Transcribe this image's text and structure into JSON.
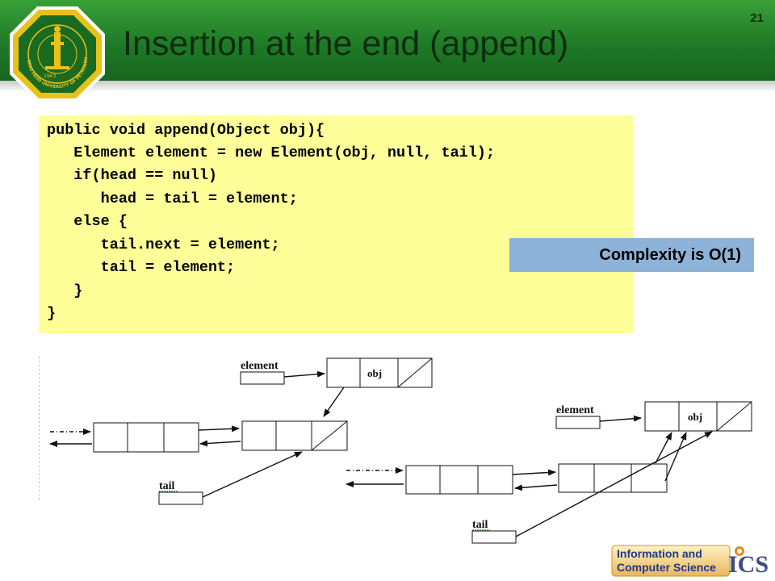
{
  "slide": {
    "title": "Insertion at the end (append)",
    "number": "21"
  },
  "code": {
    "lines": [
      "public void append(Object obj){",
      "   Element element = new Element(obj, null, tail);",
      "   if(head == null)",
      "      head = tail = element;",
      "   else {",
      "      tail.next = element;",
      "      tail = element;",
      "   }",
      "}"
    ]
  },
  "complexity": {
    "text": "Complexity is O(1)"
  },
  "diagram": {
    "left": {
      "element_label": "element",
      "obj_label": "obj",
      "tail_label": "tail"
    },
    "right": {
      "element_label": "element",
      "obj_label": "obj",
      "tail_label": "tail"
    }
  },
  "logo": {
    "university_text": "KING FAHD UNIVERSITY OF PETROLEUM & MINERALS",
    "year": "1963"
  },
  "footer_logo": {
    "line1": "Information and",
    "line2": "Computer Science",
    "mark": "ICS"
  },
  "colors": {
    "header_green": "#1f7a26",
    "logo_gold": "#e8c21a",
    "code_background": "#ffff99",
    "complexity_background": "#8eb3d9",
    "ics_orange": "#e88a1a"
  }
}
